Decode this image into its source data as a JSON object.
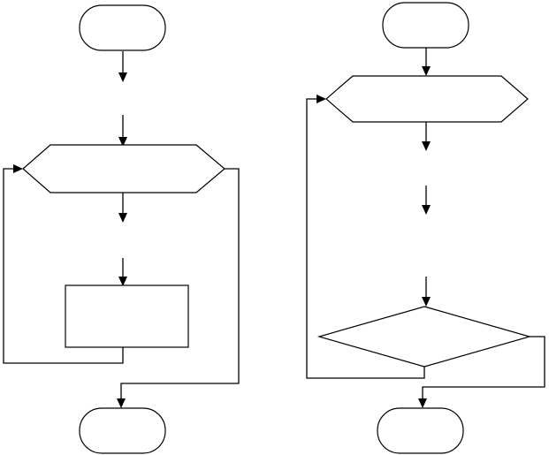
{
  "diagram": {
    "type": "flowchart",
    "flowcharts": [
      {
        "name": "left",
        "nodes": [
          {
            "id": "start",
            "shape": "terminator",
            "label": ""
          },
          {
            "id": "loop-test",
            "shape": "hexagon",
            "label": ""
          },
          {
            "id": "body",
            "shape": "process",
            "label": ""
          },
          {
            "id": "end",
            "shape": "terminator",
            "label": ""
          }
        ],
        "edges": [
          {
            "from": "start",
            "to": "loop-test"
          },
          {
            "from": "loop-test",
            "to": "body"
          },
          {
            "from": "body",
            "to": "loop-test"
          },
          {
            "from": "loop-test",
            "to": "end"
          }
        ]
      },
      {
        "name": "right",
        "nodes": [
          {
            "id": "start",
            "shape": "terminator",
            "label": ""
          },
          {
            "id": "loop-top",
            "shape": "hexagon",
            "label": ""
          },
          {
            "id": "decision",
            "shape": "diamond",
            "label": ""
          },
          {
            "id": "end",
            "shape": "terminator",
            "label": ""
          }
        ],
        "edges": [
          {
            "from": "start",
            "to": "loop-top"
          },
          {
            "from": "loop-top",
            "to": "decision"
          },
          {
            "from": "decision",
            "to": "loop-top"
          },
          {
            "from": "decision",
            "to": "end"
          }
        ]
      }
    ],
    "stroke_color": "#000000",
    "fill_color": "#ffffff"
  }
}
